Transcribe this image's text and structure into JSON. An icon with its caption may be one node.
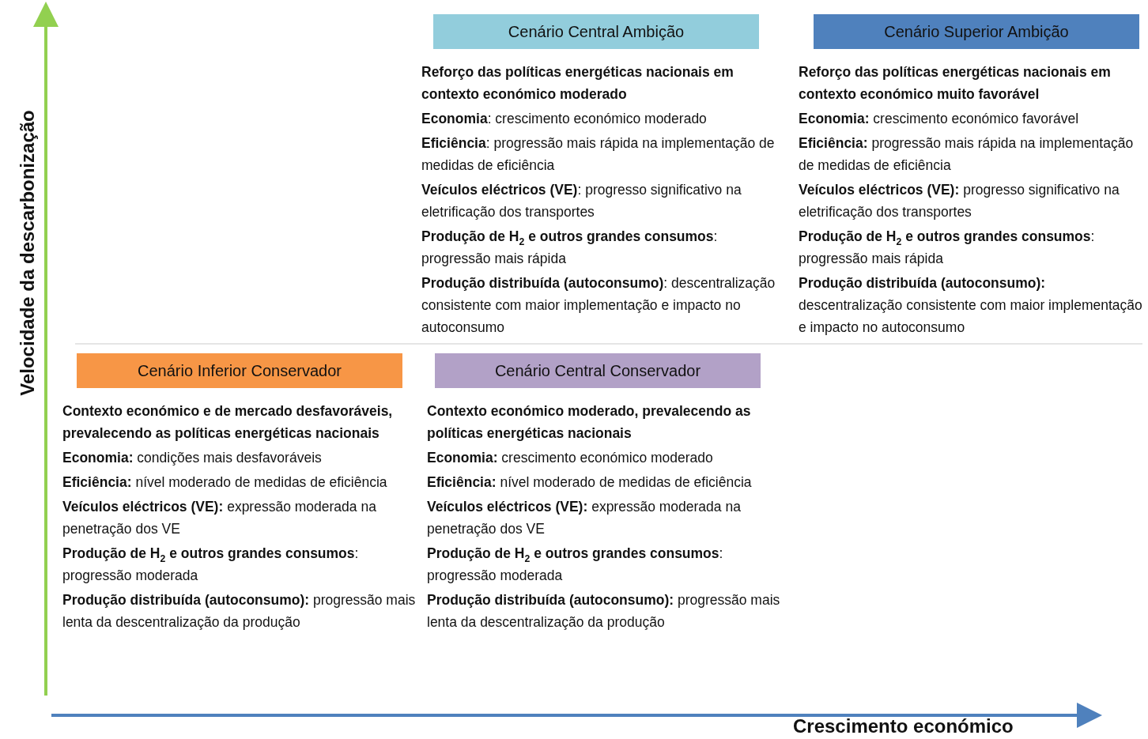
{
  "diagram": {
    "nodes": [
      {
        "text": [
          "Cenário Central Ambição"
        ],
        "beside": [
          "**Reforço das políticas energéticas nacionais em contexto económico moderado**",
          "**Economia**: crescimento económico moderado",
          "**Eficiência**: progressão mais rápida na implementação de medidas de eficiência",
          "**Veículos eléctricos (VE)**: progresso significativo na eletrificação dos transportes",
          "**Produção de H$_{2}$ e outros grandes consumos**: progressão mais rápida",
          "**Produção distribuída (autoconsumo)**: descentralização consistente com maior implementação e impacto no autoconsumo"
        ]
      },
      {
        "text": [
          "Cenário Superior Ambição"
        ],
        "beside": [
          "**Reforço das políticas energéticas nacionais em contexto económico muito favorável**",
          "**Economia:** crescimento económico favorável",
          "**Eficiência:** progressão mais rápida na implementação de medidas de eficiência",
          "**Veículos eléctricos (VE):** progresso significativo na eletrificação dos transportes",
          "**Produção de H$_{2}$ e outros grandes consumos**: progressão mais rápida",
          "**Produção distribuída (autoconsumo):** descentralização consistente com maior implementação e impacto no autoconsumo"
        ]
      },
      {
        "text": [
          "Cenário Inferior Conservador"
        ],
        "beside": [
          "**Contexto económico e de mercado desfavoráveis, prevalecendo as políticas energéticas nacionais**",
          "**Economia:** condições mais desfavoráveis",
          "**Eficiência:** nível moderado de medidas de eficiência",
          "**Veículos eléctricos (VE):** expressão moderada na penetração dos VE",
          "**Produção de H$_{2}$ e outros grandes consumos**: progressão moderada",
          "**Produção distribuída (autoconsumo):** progressão mais lenta da descentralização da produção"
        ]
      },
      {
        "text": [
          "Cenário Central Conservador"
        ],
        "beside": [
          "**Contexto económico moderado, prevalecendo as políticas energéticas nacionais**",
          "**Economia:** crescimento económico moderado",
          "**Eficiência:** nível moderado de medidas de eficiência",
          "**Veículos eléctricos (VE):** expressão moderada na penetração dos VE",
          "**Produção de H$_{2}$ e outros grandes consumos**: progressão moderada",
          "**Produção distribuída (autoconsumo):** progressão mais lenta da descentralização da produção"
        ]
      }
    ],
    "edges": [],
    "labels": [
      "Velocidade da descarbonização",
      "Crescimento económico"
    ]
  }
}
